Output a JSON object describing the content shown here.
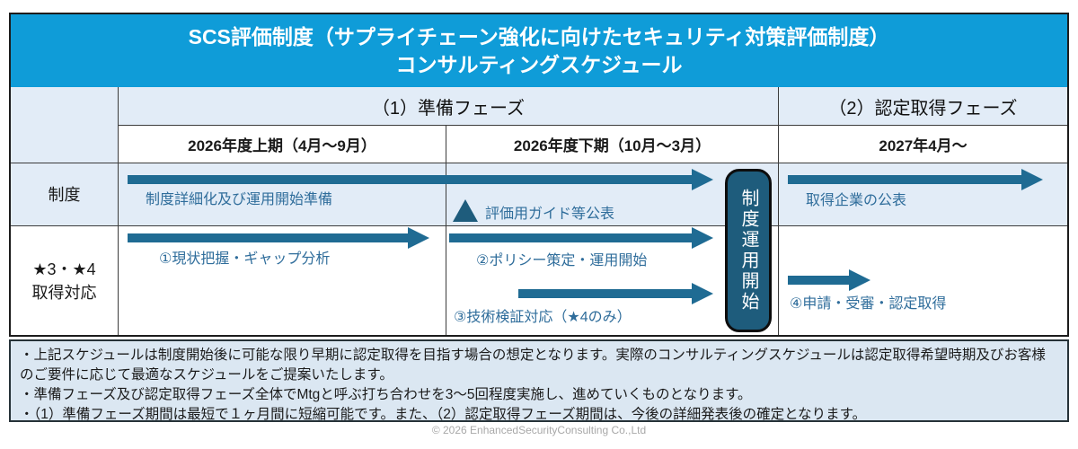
{
  "title": {
    "line1": "SCS評価制度（サプライチェーン強化に向けたセキュリティ対策評価制度）",
    "line2": "コンサルティングスケジュール"
  },
  "columns": {
    "phase1": "（1）準備フェーズ",
    "phase2": "（2）認定取得フェーズ",
    "period1": "2026年度上期（4月～9月）",
    "period2": "2026年度下期（10月～3月）",
    "period3": "2027年4月～"
  },
  "rows": {
    "system": {
      "label": "制度",
      "arrow1_label": "制度詳細化及び運用開始準備",
      "milestone_label": "評価用ガイド等公表",
      "arrow2_label": "取得企業の公表"
    },
    "star": {
      "label_line1": "★3・★4",
      "label_line2": "取得対応",
      "task1": "①現状把握・ギャップ分析",
      "task2": "②ポリシー策定・運用開始",
      "task3": "③技術検証対応（★4のみ）",
      "task4": "④申請・受審・認定取得"
    }
  },
  "launch_box": "制度運用開始",
  "notes": [
    "・上記スケジュールは制度開始後に可能な限り早期に認定取得を目指す場合の想定となります。実際のコンサルティングスケジュールは認定取得希望時期及びお客様のご要件に応じて最適なスケジュールをご提案いたします。",
    "・準備フェーズ及び認定取得フェーズ全体でMtgと呼ぶ打ち合わせを3～5回程度実施し、進めていくものとなります。",
    "・（1）準備フェーズ期間は最短で１ヶ月間に短縮可能です。また、（2）認定取得フェーズ期間は、今後の詳細発表後の確定となります。"
  ],
  "footer": "© 2026 EnhancedSecurityConsulting Co.,Ltd",
  "colors": {
    "header_blue": "#0F9CD8",
    "arrow_teal": "#1F6B93",
    "box_teal": "#1E5C7C",
    "cell_light_blue": "#E2ECF7",
    "notes_light_blue": "#DBE7F2",
    "label_teal": "#2F6D9B"
  }
}
